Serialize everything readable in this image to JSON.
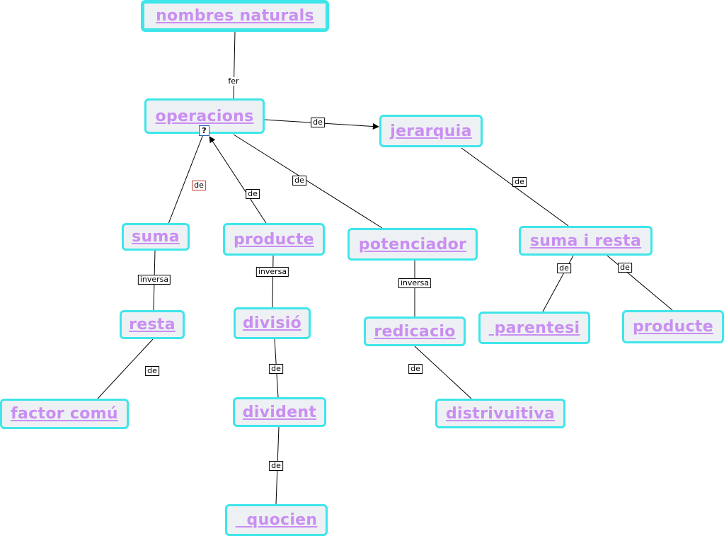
{
  "nodes": {
    "nombres_naturals": "nombres naturals",
    "operacions": "operacions",
    "jerarquia": "jerarquia",
    "suma": "suma",
    "producte": "producte",
    "potenciador": "potenciador",
    "suma_i_resta": "suma i resta",
    "resta": "resta",
    "divisio": "divisió",
    "redicacio": "redicacio",
    "parentesi": " parentesi",
    "producte2": "producte",
    "factor_comu": "factor comú",
    "divident": "divident",
    "distrivuitiva": "distrivuitiva",
    "quocien": "  quocien"
  },
  "links": {
    "fer": "fer",
    "de_jerarquia": "de",
    "de_suma": "de",
    "de_producte": "de",
    "de_potenciador": "de",
    "de_suma_i_resta": "de",
    "inversa_suma": "inversa",
    "inversa_producte": "inversa",
    "inversa_potenciador": "inversa",
    "de_parentesi": "de",
    "de_producte2": "de",
    "de_factor": "de",
    "de_divident": "de",
    "de_distrivuitiva": "de",
    "de_quocien": "de"
  },
  "resource_icon": "?",
  "colors": {
    "node_border": "#3ee6ea",
    "node_fill": "#eef1f3",
    "node_text": "#c98ef2"
  }
}
